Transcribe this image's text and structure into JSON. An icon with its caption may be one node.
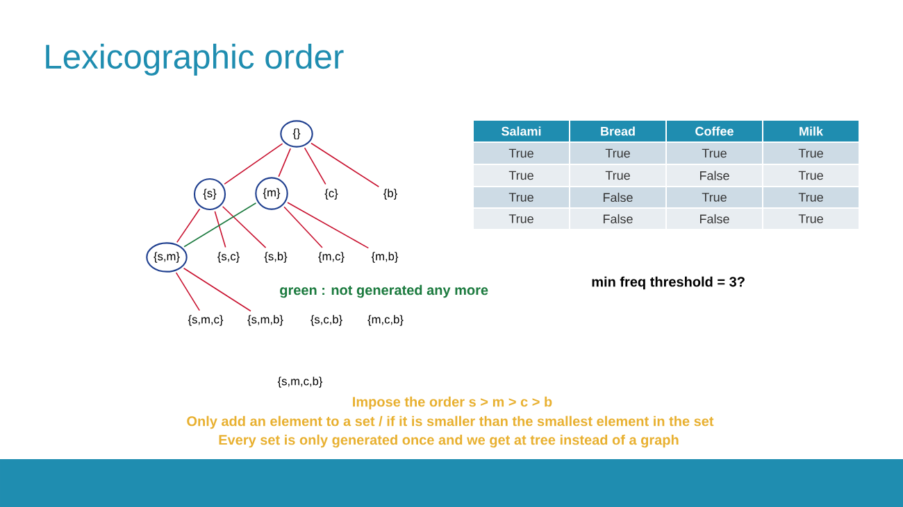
{
  "diagram": {
    "title": "Lexicographic order",
    "nodes": [
      {
        "text": [
          "{}"
        ]
      },
      {
        "text": [
          "{s}"
        ]
      },
      {
        "text": [
          "{m}"
        ]
      },
      {
        "text": [
          "{c}"
        ]
      },
      {
        "text": [
          "{b}"
        ]
      },
      {
        "text": [
          "{s,m}"
        ]
      },
      {
        "text": [
          "{s,c}"
        ]
      },
      {
        "text": [
          "{s,b}"
        ]
      },
      {
        "text": [
          "{m,c}"
        ]
      },
      {
        "text": [
          "{m,b}"
        ]
      },
      {
        "text": [
          "{s,m,c}"
        ]
      },
      {
        "text": [
          "{s,m,b}"
        ]
      },
      {
        "text": [
          "{s,c,b}"
        ]
      },
      {
        "text": [
          "{m,c,b}"
        ]
      },
      {
        "text": [
          "{s,m,c,b}"
        ]
      }
    ],
    "edges": [
      {
        "from": 0,
        "to": 1,
        "arrow": "none"
      },
      {
        "from": 0,
        "to": 2,
        "arrow": "none"
      },
      {
        "from": 0,
        "to": 3,
        "arrow": "none"
      },
      {
        "from": 0,
        "to": 4,
        "arrow": "none"
      },
      {
        "from": 1,
        "to": 5,
        "arrow": "none"
      },
      {
        "from": 1,
        "to": 6,
        "arrow": "none"
      },
      {
        "from": 1,
        "to": 7,
        "arrow": "none"
      },
      {
        "from": 2,
        "to": 5,
        "arrow": "none",
        "color": "#1b7a3e"
      },
      {
        "from": 2,
        "to": 8,
        "arrow": "none"
      },
      {
        "from": 2,
        "to": 9,
        "arrow": "none"
      },
      {
        "from": 5,
        "to": 10,
        "arrow": "none"
      },
      {
        "from": 5,
        "to": 11,
        "arrow": "none"
      }
    ],
    "labels": [
      "Salami",
      "Bread",
      "Coffee",
      "Milk",
      "True",
      "True",
      "True",
      "True",
      "True",
      "True",
      "False",
      "True",
      "True",
      "False",
      "True",
      "True",
      "True",
      "False",
      "False",
      "True",
      "green : not generated any more",
      "min freq threshold = 3?",
      "Impose the order s > m > c > b",
      "Only add an element to a set / if it is smaller than the smallest element in the set",
      "Every set is only generated once and we get at tree instead of a graph"
    ]
  }
}
